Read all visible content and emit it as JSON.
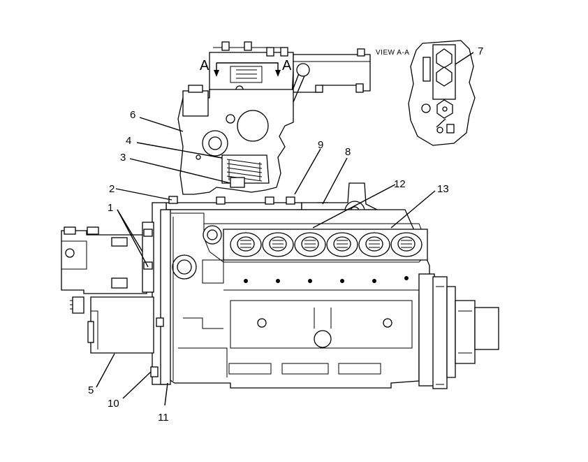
{
  "view_label": "VIEW A-A",
  "section_marks": [
    "A",
    "A"
  ],
  "callouts": [
    {
      "id": "1",
      "label": "1"
    },
    {
      "id": "2",
      "label": "2"
    },
    {
      "id": "3",
      "label": "3"
    },
    {
      "id": "4",
      "label": "4"
    },
    {
      "id": "5",
      "label": "5"
    },
    {
      "id": "6",
      "label": "6"
    },
    {
      "id": "7",
      "label": "7"
    },
    {
      "id": "8",
      "label": "8"
    },
    {
      "id": "9",
      "label": "9"
    },
    {
      "id": "10",
      "label": "10"
    },
    {
      "id": "11",
      "label": "11"
    },
    {
      "id": "12",
      "label": "12"
    },
    {
      "id": "13",
      "label": "13"
    }
  ]
}
